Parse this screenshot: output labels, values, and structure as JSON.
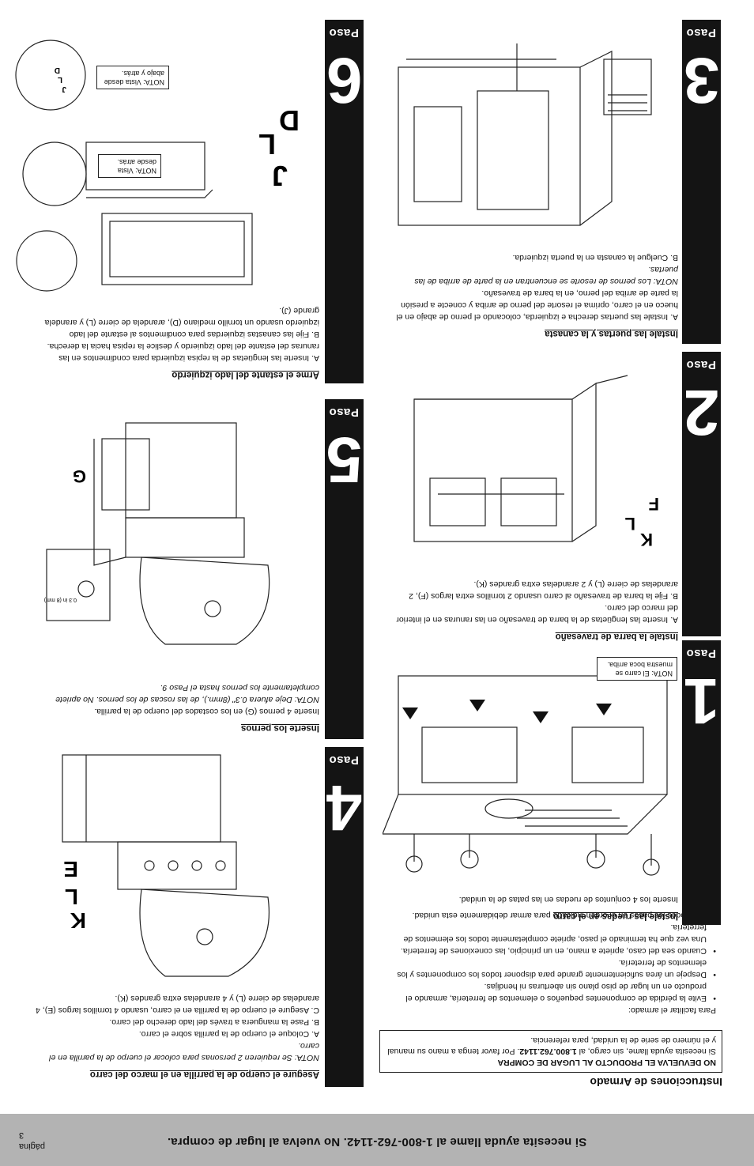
{
  "footer": {
    "message": "Si necesita ayuda llame al 1-800-762-1142. No vuelva al lugar de compra.",
    "page_word": "página",
    "page_number": "3"
  },
  "instructions": {
    "title": "Instrucciones de Armado",
    "warning_heading": "NO DEVUELVA EL PRODUCTO AL LUGAR DE COMPRA",
    "warning_text_1": "Si necesita ayuda llame, sin cargo, al ",
    "warning_phone": "1.800.762.1142",
    "warning_text_2": ". Por favor tenga a mano su manual y el número de serie de la unidad, para referencia.",
    "intro": "Para facilitar el armado:",
    "bullets": [
      "Evite la pérdida de componentes pequeños o elementos de ferretería, armando el producto en un lugar de piso plano sin aberturas ni hendijas.",
      "Despeje un área suficientemente grande para disponer todos los componentes y los elementos de ferretería.",
      "Cuando sea del caso, apriete a mano, en un principio, las conexiones de ferretería. Una vez que ha terminado el paso, apriete completamente todos los elementos de ferretería.",
      "Siga todos los pasos en el orden indicado para armar debidamente esta unidad."
    ]
  },
  "steps": [
    {
      "paso": "Paso",
      "num": "1",
      "title": "Instale las ruedas en el carro",
      "lines": [
        "Inserte los 4 conjuntos de ruedas en las patas de la unidad."
      ],
      "note": "NOTA: El carro se muestra boca arriba."
    },
    {
      "paso": "Paso",
      "num": "2",
      "title": "Instale la barra de travesaño",
      "lines": [
        "A. Inserte las lengüetas de la barra de travesaño en las ranuras en el interior del marco del carro.",
        "B. Fije la barra de travesaño al carro usando 2 tornillos extra largos (F), 2 arandelas de cierre (L) y 2 arandelas extra grandes (K)."
      ],
      "labels": [
        "K",
        "L",
        "F"
      ]
    },
    {
      "paso": "Paso",
      "num": "3",
      "title": "Instale las puertas y la canasta",
      "lines": [
        "A. Instale las puertas derecha e izquierda, colocando el perno de abajo en el hueco en el carro, oprima el resorte del perno de arriba y conecte a presión la parte de arriba del perno, en la barra de travesaño.",
        "NOTA: Los pernos de resorte se encuentran en la parte de arriba de las puertas.",
        "B. Cuelgue la canasta en la puerta izquierda."
      ]
    },
    {
      "paso": "Paso",
      "num": "4",
      "title": "Asegure el cuerpo de la parrilla en el marco del carro",
      "lines": [
        "NOTA: Se requieren 2 personas para colocar el cuerpo de la parrilla en el carro.",
        "A. Coloque el cuerpo de la parrilla sobre el carro.",
        "B. Pase la manguera a través del lado derecho del carro.",
        "C. Asegure el cuerpo de la parrilla en el carro, usando 4 tornillos largos (E), 4 arandelas de cierre (L) y 4 arandelas extra grandes (K)."
      ],
      "labels": [
        "K",
        "L",
        "E"
      ]
    },
    {
      "paso": "Paso",
      "num": "5",
      "title": "Inserte los pernos",
      "lines": [
        "Inserte 4 pernos (G) en los costados del cuerpo de la parrilla.",
        "NOTA: Deje afuera 0.3\" (8mm.), de las roscas de los pernos. No apriete completamente los pernos hasta el Paso 9."
      ],
      "labels": [
        "G"
      ],
      "inset_label": "0.3 in (8 mm)"
    },
    {
      "paso": "Paso",
      "num": "6",
      "title": "Arme el estante del lado izquierdo",
      "lines": [
        "A. Inserte las lengüetas de la repisa izquierda para condimentos en las ranuras del estante del lado izquierdo y deslice la repisa hacia la derecha.",
        "B. Fije las canastas izquierdas para condimentos al estante del lado izquierdo usando un tornillo mediano (D), arandela de cierre (L) y arandela grande (J)."
      ],
      "labels": [
        "J",
        "L",
        "D"
      ],
      "note_back": "NOTA: Vista desde atrás.",
      "note_below": "NOTA: Vista desde abajo y atrás.",
      "inset_labels": [
        "J",
        "L",
        "D"
      ]
    }
  ]
}
